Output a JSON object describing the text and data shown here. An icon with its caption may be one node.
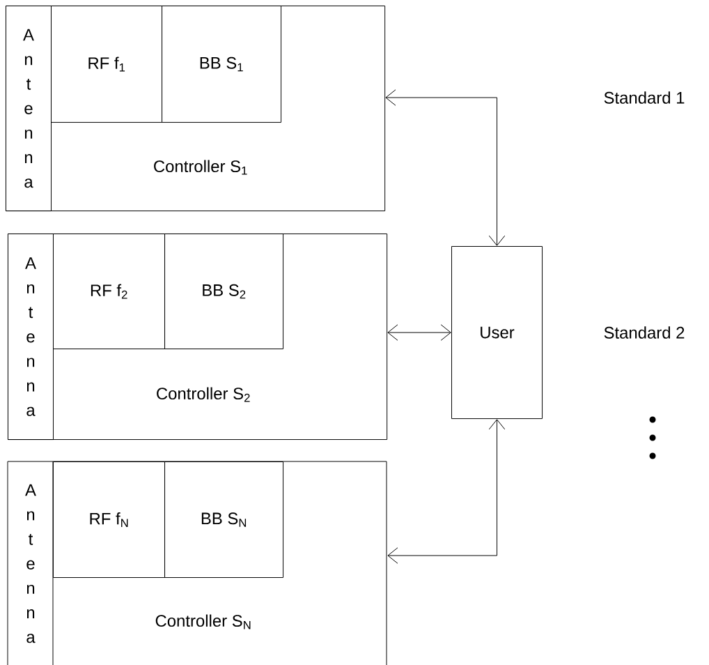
{
  "diagram": {
    "nodes": [
      {
        "text": [
          "Controller S$_{1}$"
        ]
      },
      {
        "text": [
          "Antenna"
        ],
        "in": 0
      },
      {
        "text": [
          "RF f$_{1}$"
        ],
        "in": 0
      },
      {
        "text": [
          "BB S$_{1}$"
        ],
        "in": 0
      },
      {
        "text": [
          "Controller S$_{2}$"
        ]
      },
      {
        "text": [
          "Antenna"
        ],
        "in": 4
      },
      {
        "text": [
          "RF f$_{2}$"
        ],
        "in": 4
      },
      {
        "text": [
          "BB S$_{2}$"
        ],
        "in": 4
      },
      {
        "text": [
          "User"
        ]
      },
      {
        "text": [
          "Controller S$_{N}$"
        ]
      },
      {
        "text": [
          "Antenna"
        ],
        "in": 9
      },
      {
        "text": [
          "RF f$_{N}$"
        ],
        "in": 9
      },
      {
        "text": [
          "BB S$_{N}$"
        ],
        "in": 9
      }
    ],
    "edges": [
      {
        "from": 0,
        "to": 8,
        "arrow": "both"
      },
      {
        "from": 4,
        "to": 8,
        "arrow": "both"
      },
      {
        "from": 9,
        "to": 8,
        "arrow": "both"
      }
    ],
    "labels": [
      "Standard 1",
      "Standard 2"
    ]
  }
}
